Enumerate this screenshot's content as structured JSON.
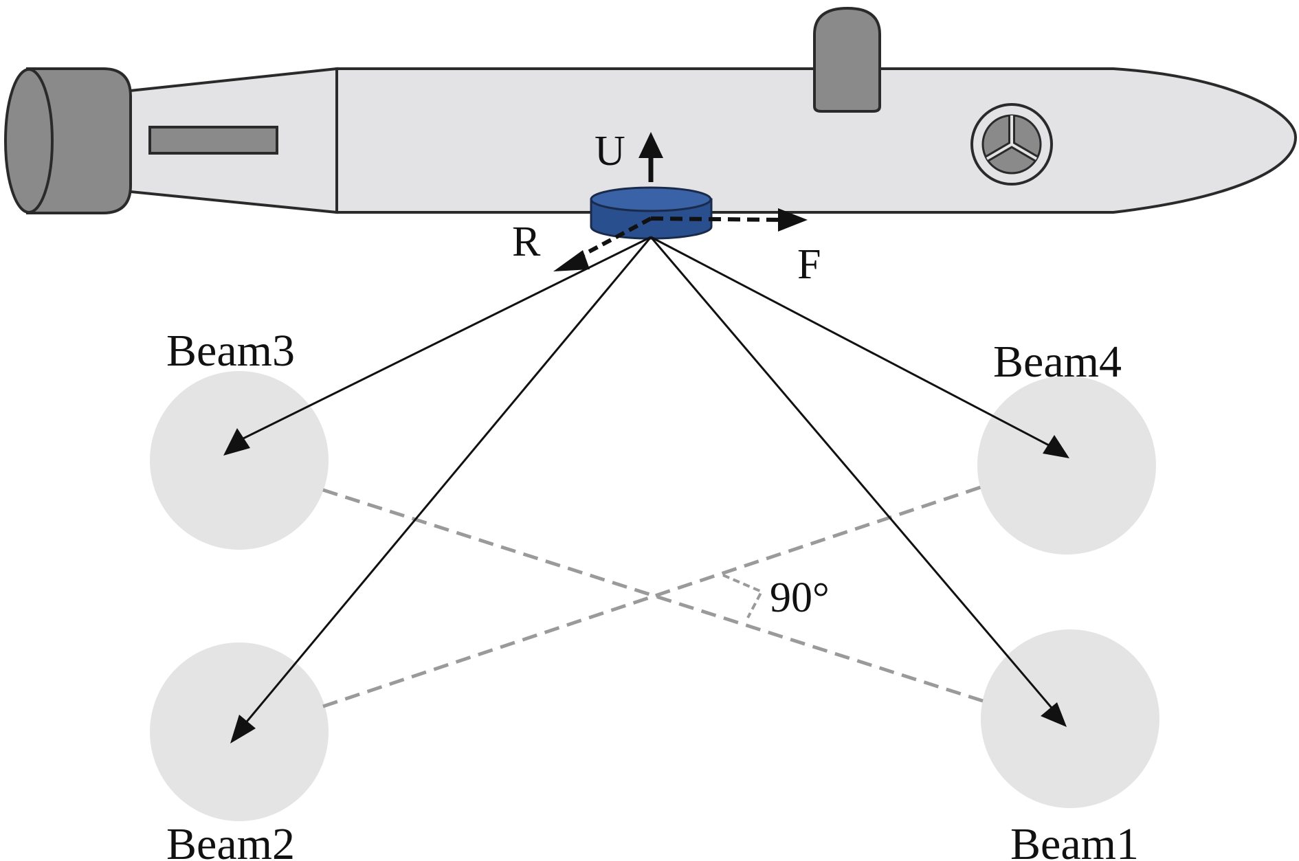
{
  "axes": {
    "up": "U",
    "right": "R",
    "forward": "F"
  },
  "beams": [
    {
      "label": "Beam1"
    },
    {
      "label": "Beam2"
    },
    {
      "label": "Beam3"
    },
    {
      "label": "Beam4"
    }
  ],
  "angle_label": "90°",
  "colors": {
    "hull": "#e3e3e5",
    "hull_stroke": "#2a2a2a",
    "metal_gray": "#8a8a8a",
    "sensor_blue": "#2a4f8f",
    "footprint": "#e4e4e4",
    "dashed_line": "#9a9a9a",
    "ink": "#111111"
  }
}
